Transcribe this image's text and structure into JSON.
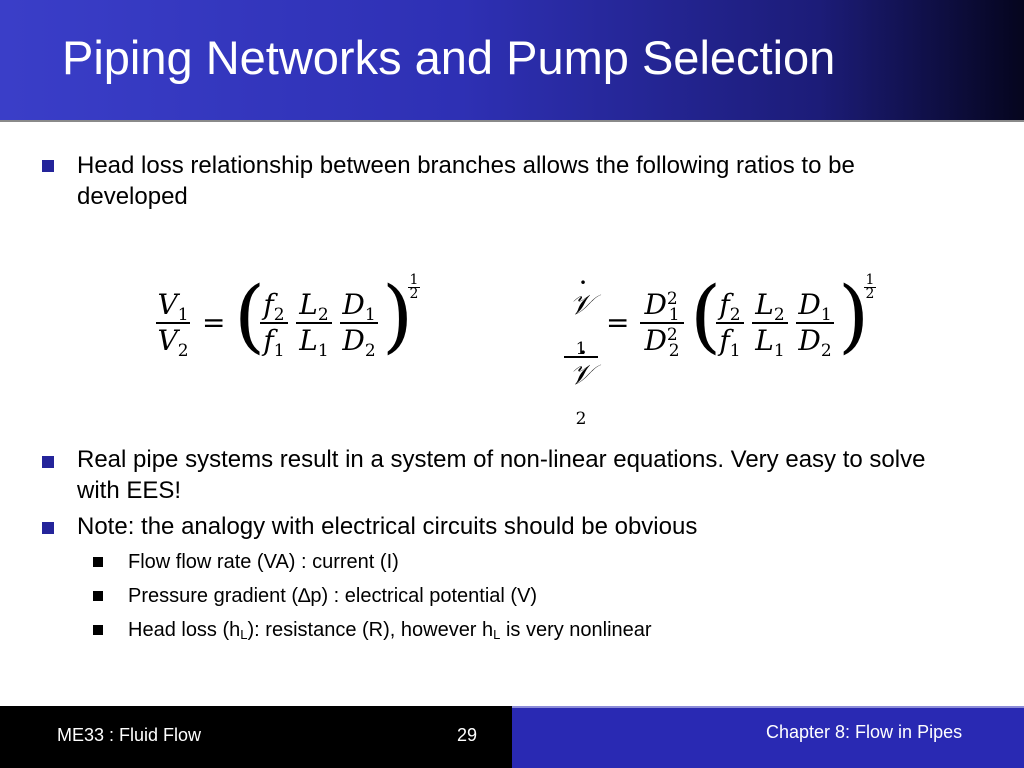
{
  "slide": {
    "title": "Piping Networks and Pump Selection",
    "bullets": {
      "b1": "Head loss relationship between branches allows the following ratios to be developed",
      "b2": "Real pipe systems result in a system of non-linear equations.  Very easy to solve with EES!",
      "b3": "Note:  the analogy with electrical circuits should be obvious"
    },
    "sub_bullets": {
      "s1": "Flow flow rate (VA) : current (I)",
      "s2_pre": "Pressure gradient (",
      "s2_delta": "∆",
      "s2_post": "p) : electrical potential (V)",
      "s3_a": "Head loss (h",
      "s3_sub1": "L",
      "s3_b": "): resistance (R), however h",
      "s3_sub2": "L",
      "s3_c": " is very nonlinear"
    }
  },
  "equations": {
    "eq1": {
      "lhs_num": "V",
      "lhs_num_sub": "1",
      "lhs_den": "V",
      "lhs_den_sub": "2",
      "eq": "=",
      "f_num": "f",
      "f_num_sub": "2",
      "f_den": "f",
      "f_den_sub": "1",
      "l_num": "L",
      "l_num_sub": "2",
      "l_den": "L",
      "l_den_sub": "1",
      "d_num": "D",
      "d_num_sub": "1",
      "d_den": "D",
      "d_den_sub": "2",
      "lparen": "(",
      "rparen": ")",
      "exp_num": "1",
      "exp_den": "2"
    },
    "eq2": {
      "lhs_num": "𝒱",
      "lhs_num_sub": "1",
      "lhs_den": "𝒱",
      "lhs_den_sub": "2",
      "eq": "=",
      "dd_num": "D",
      "dd_num_sup": "2",
      "dd_num_sub": "1",
      "dd_den": "D",
      "dd_den_sup": "2",
      "dd_den_sub": "2",
      "f_num": "f",
      "f_num_sub": "2",
      "f_den": "f",
      "f_den_sub": "1",
      "l_num": "L",
      "l_num_sub": "2",
      "l_den": "L",
      "l_den_sub": "1",
      "d_num": "D",
      "d_num_sub": "1",
      "d_den": "D",
      "d_den_sub": "2",
      "lparen": "(",
      "rparen": ")",
      "exp_num": "1",
      "exp_den": "2"
    }
  },
  "footer": {
    "course": "ME33 :  Fluid Flow",
    "page": "29",
    "chapter": "Chapter 8:  Flow in Pipes"
  },
  "colors": {
    "title_gradient_start": "#3a3ec8",
    "title_gradient_end": "#05051e",
    "bullet": "#24249a",
    "footer_left": "#000000",
    "footer_right": "#2929b3"
  }
}
